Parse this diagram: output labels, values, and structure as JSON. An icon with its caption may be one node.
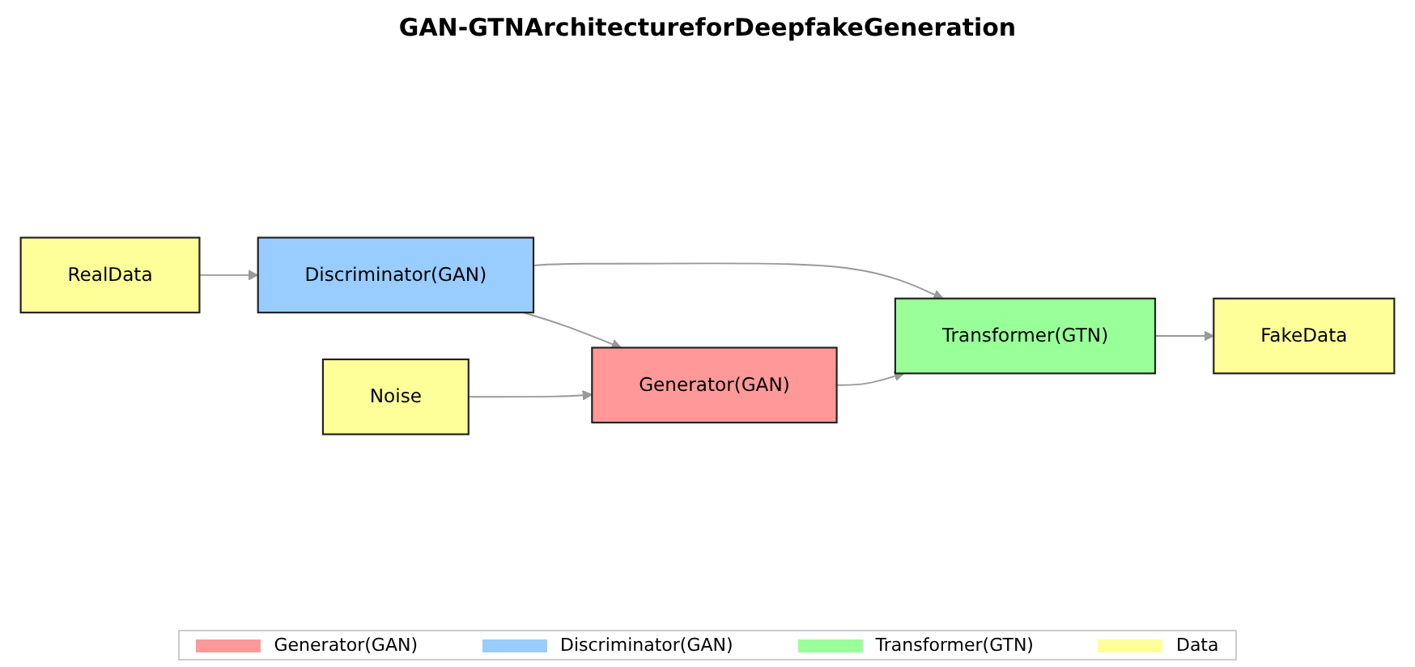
{
  "diagram": {
    "title": "GAN-GTNArchitectureforDeepfakeGeneration",
    "nodes": [
      {
        "text": [
          "RealData"
        ]
      },
      {
        "text": [
          "Discriminator(GAN)"
        ]
      },
      {
        "text": [
          "Noise"
        ]
      },
      {
        "text": [
          "Generator(GAN)"
        ]
      },
      {
        "text": [
          "Transformer(GTN)"
        ]
      },
      {
        "text": [
          "FakeData"
        ]
      }
    ],
    "edges": [
      {
        "from": 0,
        "to": 1,
        "arrow": "to"
      },
      {
        "from": 1,
        "to": 4,
        "arrow": "to"
      },
      {
        "from": 1,
        "to": 3,
        "arrow": "to"
      },
      {
        "from": 2,
        "to": 3,
        "arrow": "to"
      },
      {
        "from": 3,
        "to": 4,
        "arrow": "to"
      },
      {
        "from": 4,
        "to": 5,
        "arrow": "to"
      }
    ],
    "legend": [
      {
        "text": "Generator(GAN)",
        "color": "#ff9999"
      },
      {
        "text": "Discriminator(GAN)",
        "color": "#99ccff"
      },
      {
        "text": "Transformer(GTN)",
        "color": "#99ff99"
      },
      {
        "text": "Data",
        "color": "#ffff99"
      }
    ]
  }
}
